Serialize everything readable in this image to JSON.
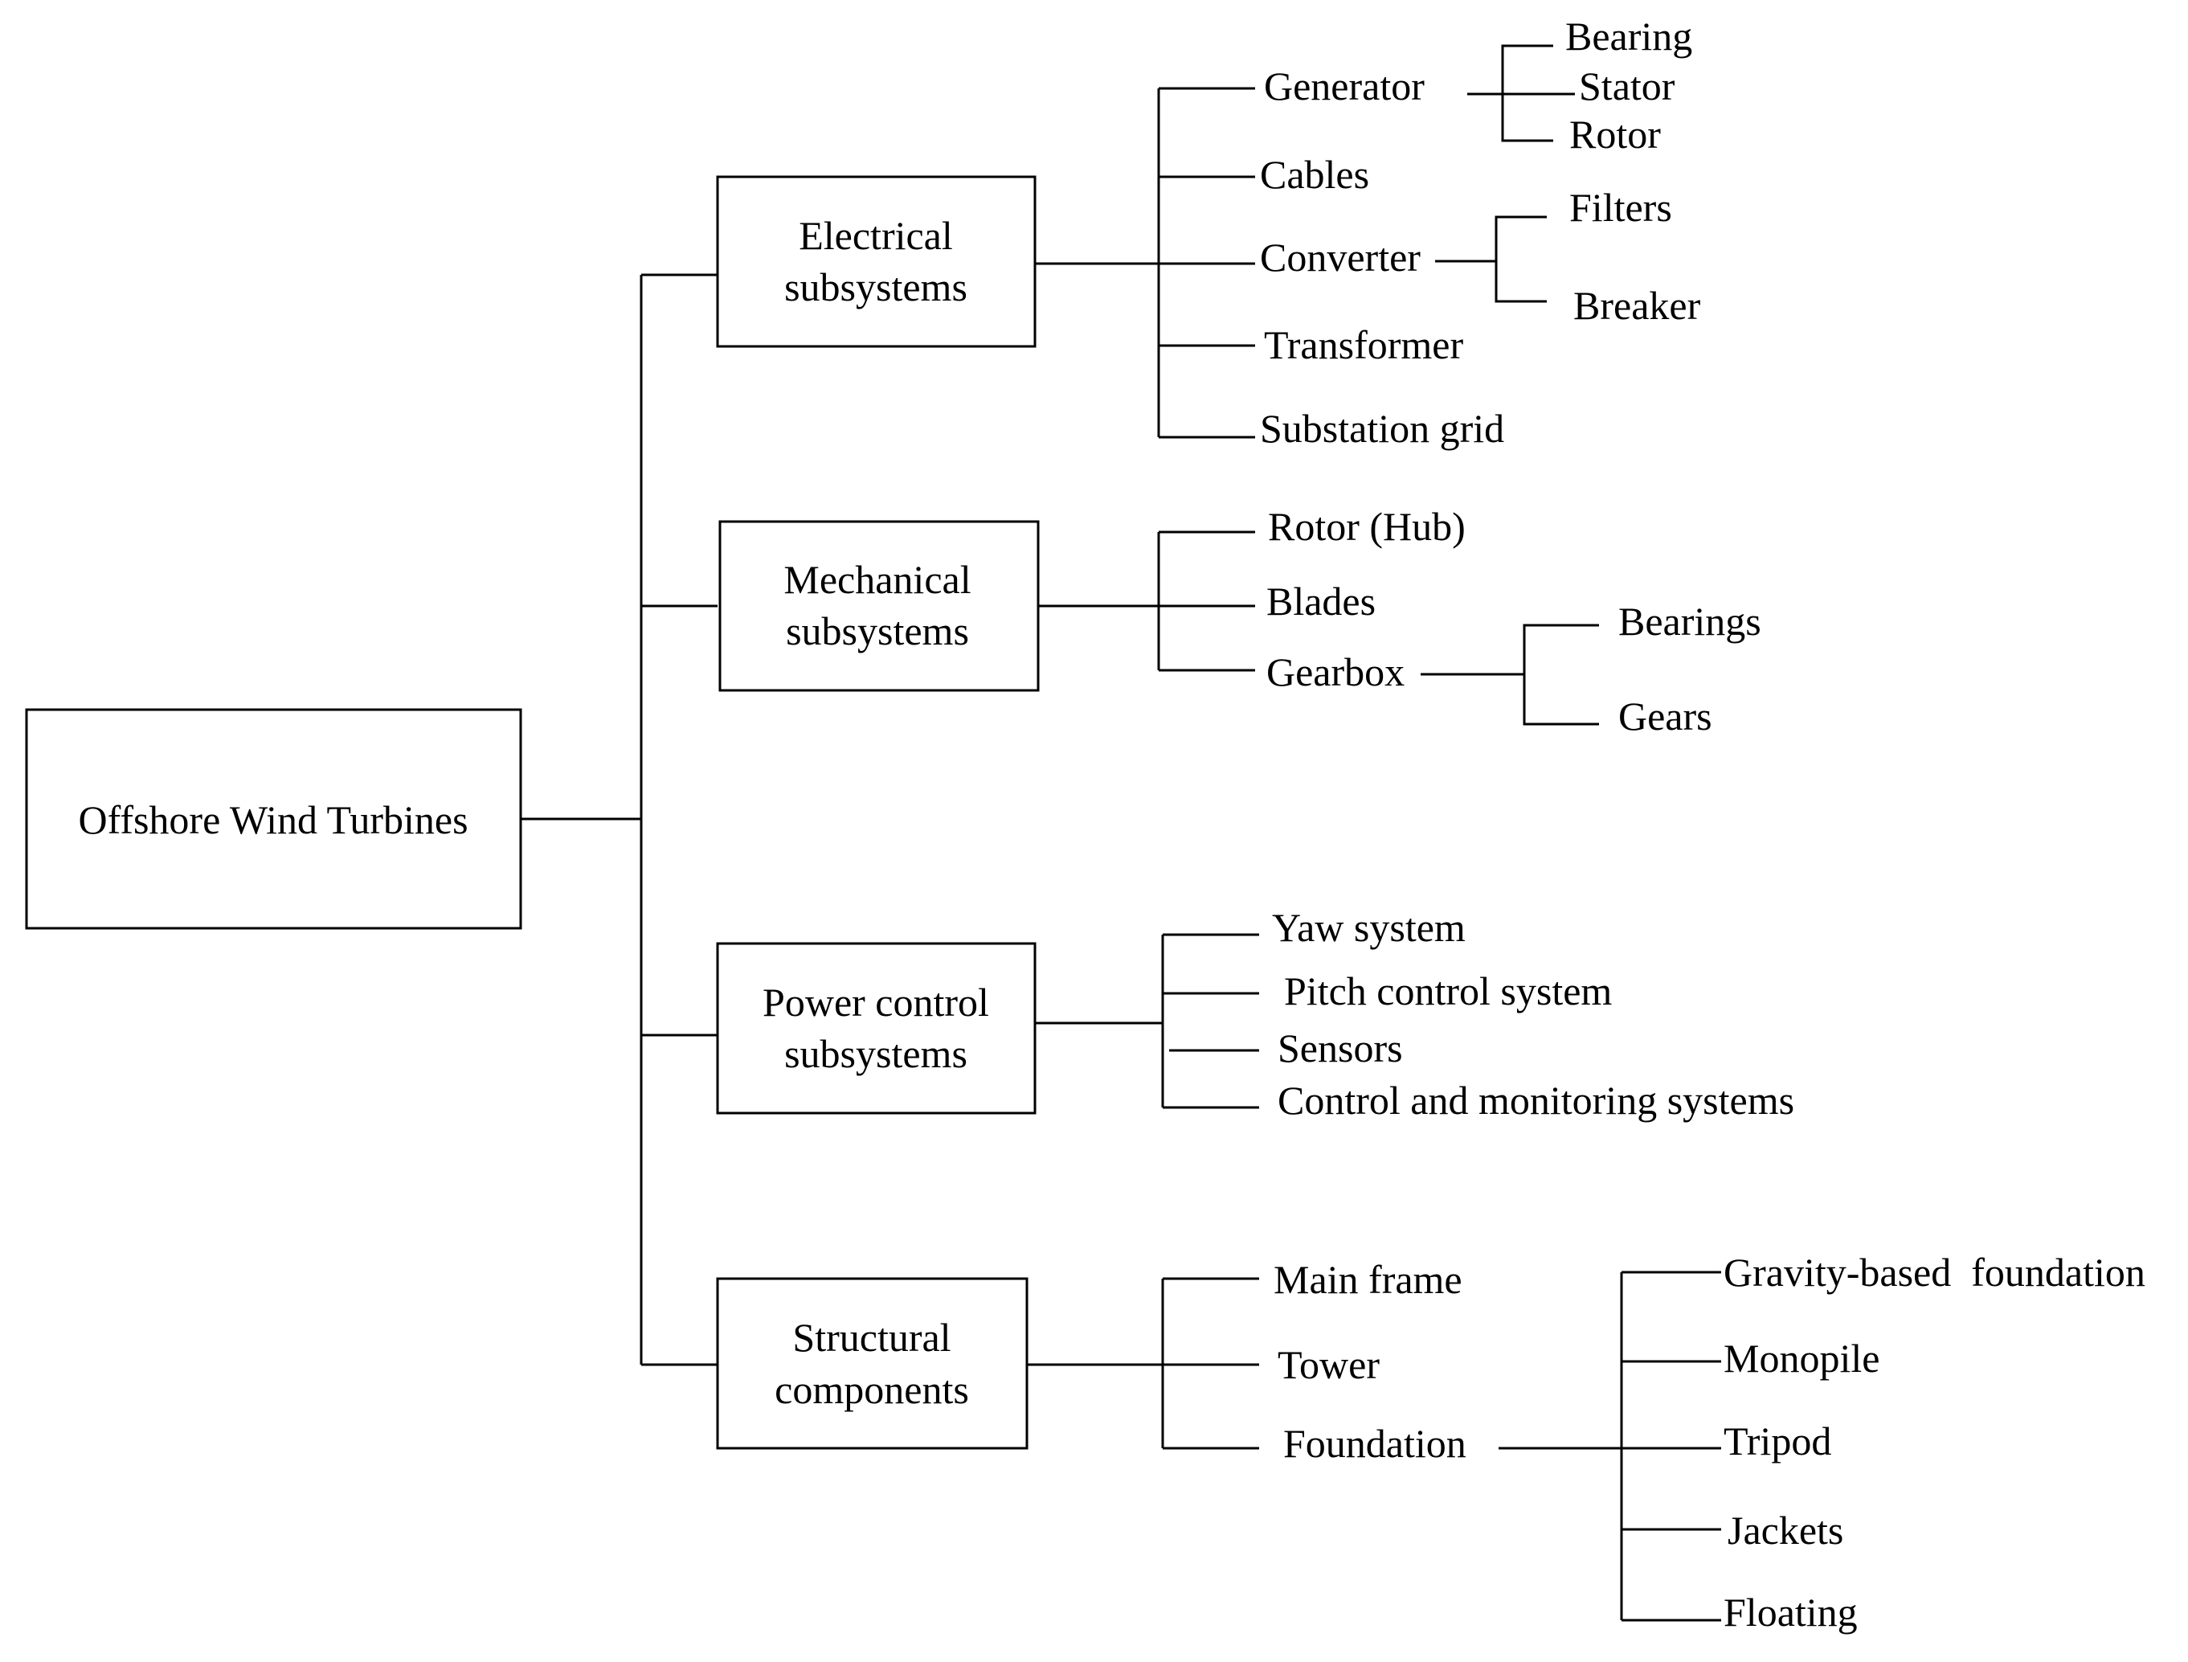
{
  "root": {
    "label": "Offshore Wind Turbines"
  },
  "subsystems": [
    {
      "lines": [
        "Electrical",
        "subsystems"
      ],
      "children": [
        {
          "label": "Generator",
          "children": [
            "Bearing",
            "Stator",
            "Rotor"
          ]
        },
        {
          "label": "Cables"
        },
        {
          "label": "Converter",
          "children": [
            "Filters",
            "Breaker"
          ]
        },
        {
          "label": "Transformer"
        },
        {
          "label": "Substation grid"
        }
      ]
    },
    {
      "lines": [
        "Mechanical",
        "subsystems"
      ],
      "children": [
        {
          "label": "Rotor (Hub)"
        },
        {
          "label": "Blades"
        },
        {
          "label": "Gearbox",
          "children": [
            "Bearings",
            "Gears"
          ]
        }
      ]
    },
    {
      "lines": [
        "Power control",
        "subsystems"
      ],
      "children": [
        {
          "label": "Yaw system"
        },
        {
          "label": "Pitch control system"
        },
        {
          "label": "Sensors"
        },
        {
          "label": "Control and monitoring systems"
        }
      ]
    },
    {
      "lines": [
        "Structural",
        "components"
      ],
      "children": [
        {
          "label": "Main frame"
        },
        {
          "label": "Tower"
        },
        {
          "label": "Foundation",
          "children": [
            "Gravity-based  foundation",
            "Monopile",
            "Tripod",
            "Jackets",
            "Floating"
          ]
        }
      ]
    }
  ]
}
